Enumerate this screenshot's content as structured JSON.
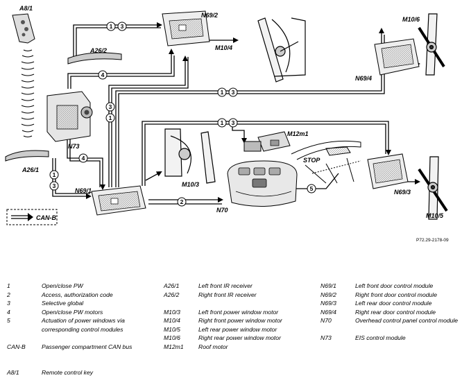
{
  "diagram": {
    "labels": {
      "A8_1": "A8/1",
      "A26_2": "A26/2",
      "A26_1": "A26/1",
      "N69_2": "N69/2",
      "M10_4": "M10/4",
      "M10_6": "M10/6",
      "N69_4": "N69/4",
      "N73": "N73",
      "M12m1": "M12m1",
      "STOP": "STOP",
      "M10_3": "M10/3",
      "N69_1": "N69/1",
      "N70": "N70",
      "N69_3": "N69/3",
      "M10_5": "M10/5",
      "CAN_B": "CAN-B",
      "ref": "P72.29-2178-09"
    },
    "numbers": {
      "one": "1",
      "two": "2",
      "three": "3",
      "four": "4",
      "five": "5"
    }
  },
  "legend": {
    "col1": [
      {
        "key": "1",
        "value": "Open/close PW"
      },
      {
        "key": "2",
        "value": "Access, authorization code"
      },
      {
        "key": "3",
        "value": "Selective global"
      },
      {
        "key": "4",
        "value": "Open/close PW motors"
      },
      {
        "key": "5",
        "value": "Actuation of power windows via corresponding control modules"
      },
      {
        "key": "CAN-B",
        "value": "Passenger compartment CAN bus"
      },
      {
        "key": "A8/1",
        "value": "Remote control key"
      }
    ],
    "col2": [
      {
        "key": "A26/1",
        "value": "Left front IR receiver"
      },
      {
        "key": "A26/2",
        "value": "Right front IR receiver"
      },
      {
        "key": "M10/3",
        "value": "Left front power window motor"
      },
      {
        "key": "M10/4",
        "value": "Right front power window motor"
      },
      {
        "key": "M10/5",
        "value": "Left rear power window motor"
      },
      {
        "key": "M10/6",
        "value": "Right rear power window motor"
      },
      {
        "key": "M12m1",
        "value": "Roof motor"
      }
    ],
    "col3": [
      {
        "key": "N69/1",
        "value": "Left front door control module"
      },
      {
        "key": "N69/2",
        "value": "Right front door control module"
      },
      {
        "key": "N69/3",
        "value": "Left rear door control module"
      },
      {
        "key": "N69/4",
        "value": "Right rear door control module"
      },
      {
        "key": "N70",
        "value": "Overhead control panel control module"
      },
      {
        "key": "N73",
        "value": "EIS control module"
      }
    ]
  }
}
